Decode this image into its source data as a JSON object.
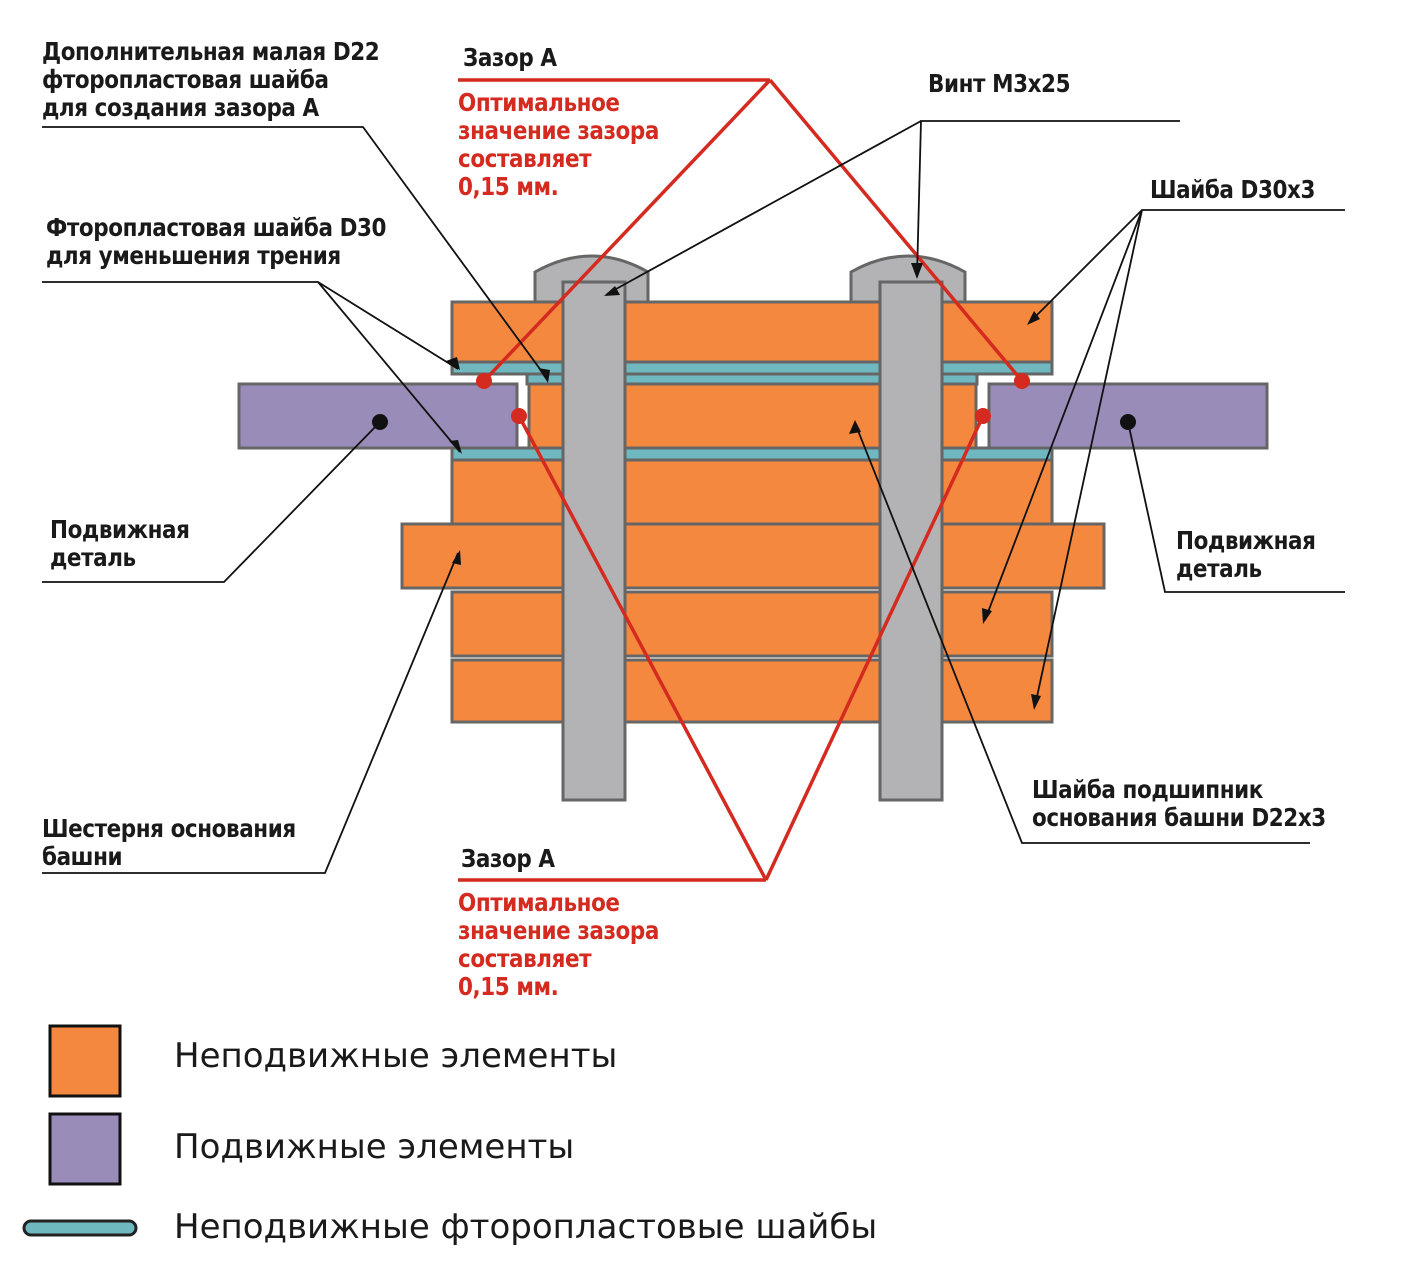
{
  "labels": {
    "extra_washer": "Дополнительная малая D22\nфторопластовая шайба\nдля создания зазора А",
    "gap_top_title": "Зазор А",
    "gap_top_note": "Оптимальное\nзначение зазора\nсоставляет\n0,15 мм.",
    "screw": "Винт М3х25",
    "washer_d30x3": "Шайба D30х3",
    "ptfe_washer": "Фторопластовая шайба D30\nдля уменьшения трения",
    "moving_part_left": "Подвижная\nдеталь",
    "moving_part_right": "Подвижная\nдеталь",
    "base_gear": "Шестерня основания\nбашни",
    "bearing_washer": "Шайба подшипник\nоснования башни D22х3",
    "gap_bottom_title": "Зазор А",
    "gap_bottom_note": "Оптимальное\nзначение зазора\nсоставляет\n0,15 мм."
  },
  "legend": [
    {
      "key": "fixed",
      "text": "Неподвижные элементы",
      "color": "#f5883f"
    },
    {
      "key": "moving",
      "text": "Подвижные элементы",
      "color": "#9a8cb8"
    },
    {
      "key": "ptfe",
      "text": "Неподвижные фторопластовые шайбы",
      "color": "#6fb8c0"
    }
  ],
  "colors": {
    "fixed": "#f5883f",
    "moving": "#9a8cb8",
    "ptfe": "#6fb8c0",
    "screw": "#b3b3b5",
    "outline": "#666666",
    "gap_line": "#d42a1f",
    "leader": "#111111"
  }
}
